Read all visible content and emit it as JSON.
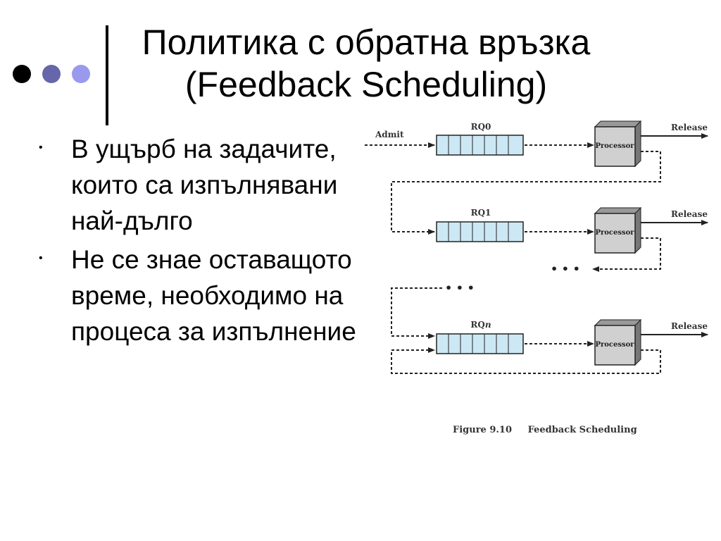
{
  "slide": {
    "title_line1": "Политика с обратна връзка",
    "title_line2": "(Feedback Scheduling)",
    "bullets": [
      "В ущърб на задачите, които са изпълнявани най-дълго",
      "Не се знае оставащото време, необходимо на процеса за изпълнение"
    ],
    "bullet_symbol": "•",
    "decor_dot_colors": [
      "#000000",
      "#6666aa",
      "#9999ee"
    ]
  },
  "diagram": {
    "admit_label": "Admit",
    "queues": [
      {
        "label_prefix": "RQ",
        "label_suffix": "0"
      },
      {
        "label_prefix": "RQ",
        "label_suffix": "1"
      },
      {
        "label_prefix": "RQ",
        "label_suffix": "n"
      }
    ],
    "processor_label": "Processor",
    "release_label": "Release",
    "ellipsis": "• • •",
    "caption_number": "Figure 9.10",
    "caption_title": "Feedback Scheduling",
    "queue_fill_color": "#cce8f4"
  }
}
